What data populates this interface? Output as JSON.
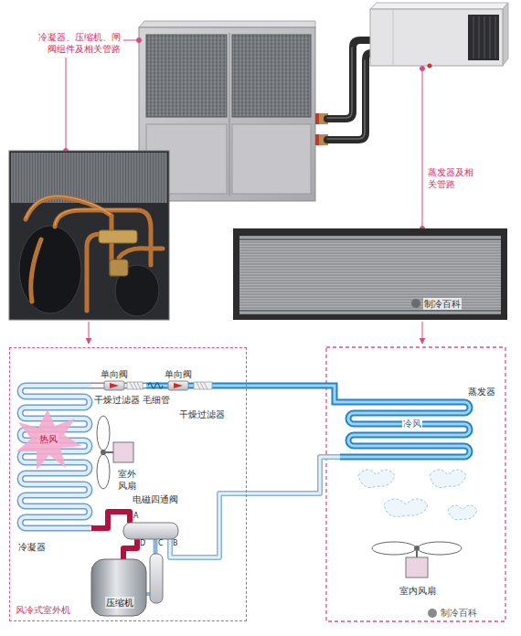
{
  "diagram": {
    "nodes": [
      {
        "text": [
          "风冷式室外机"
        ]
      }
    ],
    "labels": [
      "冷凝器、压缩机、闸阀组件及相关管路",
      "蒸发器及相关管路",
      "制冷百科",
      "单向阀",
      "单向阀",
      "干燥过滤器",
      "毛细管",
      "干燥过滤器",
      "蒸发器",
      "热风",
      "室外风扇",
      "冷风",
      "冷凝器",
      "电磁四通阀",
      "A",
      "D",
      "C",
      "B",
      "压缩机",
      "室内风扇",
      "制冷百科"
    ]
  }
}
